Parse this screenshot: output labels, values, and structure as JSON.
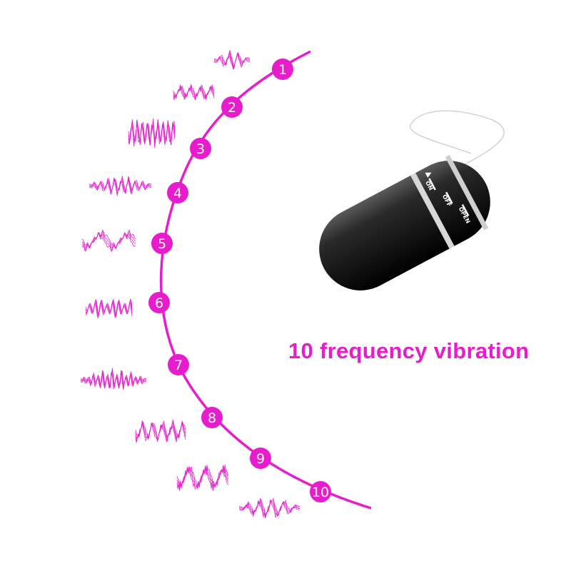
{
  "caption": "10 frequency vibration",
  "accent_color": "#e61ccd",
  "modes": [
    "1",
    "2",
    "3",
    "4",
    "5",
    "6",
    "7",
    "8",
    "9",
    "10"
  ],
  "device": {
    "labels": [
      "ON",
      "OFF",
      "OPEN"
    ],
    "color": "#1a1a1a"
  }
}
